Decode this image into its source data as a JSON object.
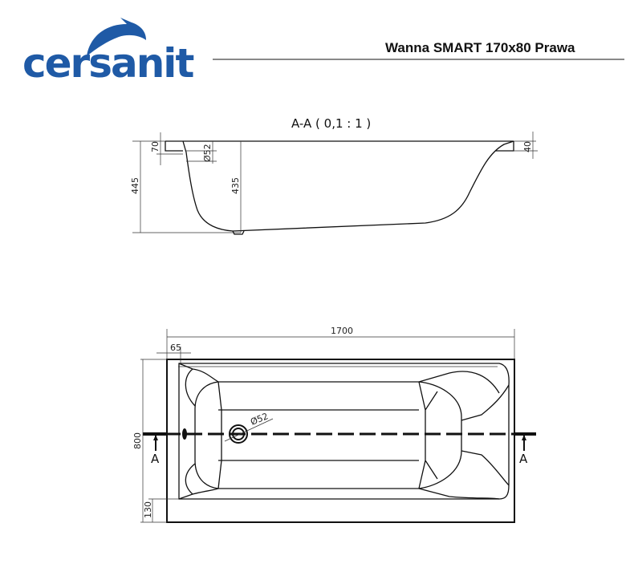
{
  "brand": {
    "logo_text": "cersanit",
    "color": "#1f5aa6"
  },
  "header": {
    "title": "Wanna SMART 170x80 Prawa"
  },
  "section": {
    "label": "A-A ( 0,1 : 1 )",
    "dims": {
      "total_height": "445",
      "inner_depth": "435",
      "rim_left": "70",
      "drain": "Ø52",
      "rim_right": "40"
    }
  },
  "plan": {
    "dims": {
      "length": "1700",
      "offset": "65",
      "width": "800",
      "side": "130",
      "drain": "Ø52"
    },
    "section_marks": [
      "A",
      "A"
    ]
  }
}
